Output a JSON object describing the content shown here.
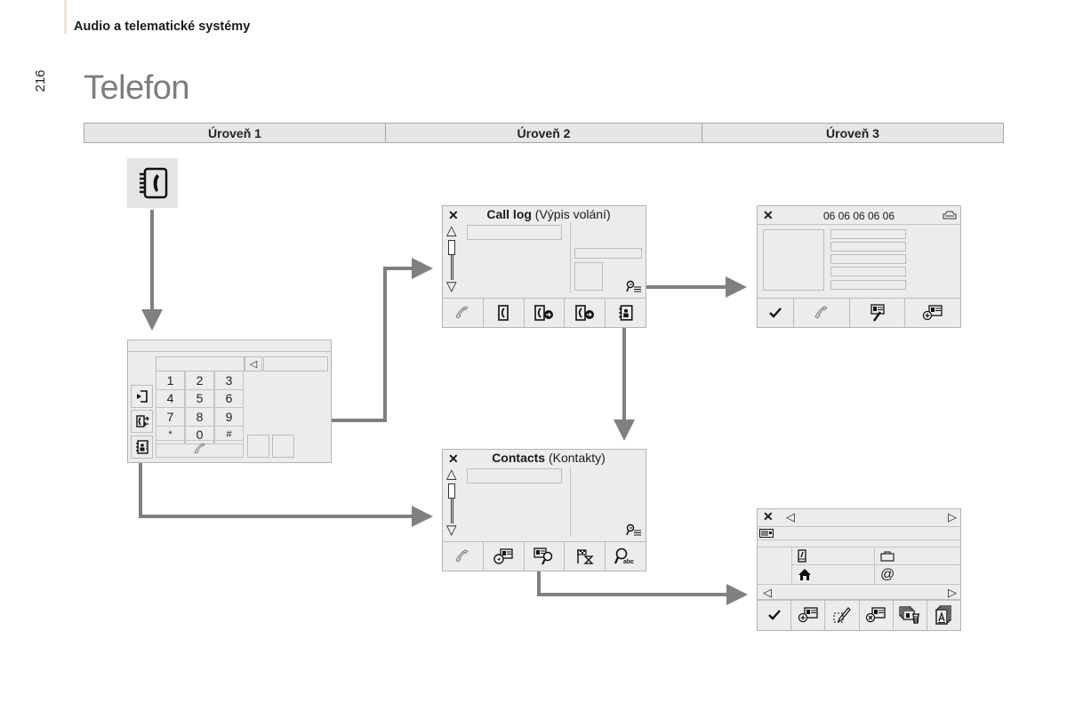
{
  "header": {
    "section_title": "Audio a telematické systémy",
    "page_number": "216",
    "page_title": "Telefon"
  },
  "levels": [
    "Úroveň 1",
    "Úroveň 2",
    "Úroveň 3"
  ],
  "level1": {
    "start_icon": "phone-book-icon",
    "dialpad": {
      "back_key": "◁",
      "keys": [
        "1",
        "2",
        "3",
        "4",
        "5",
        "6",
        "7",
        "8",
        "9",
        "*",
        "0",
        "#"
      ],
      "side_buttons": [
        "exit-icon",
        "call-log-icon",
        "contacts-book-icon"
      ],
      "call_key_icon": "handset-icon"
    }
  },
  "level2": {
    "call_log": {
      "close": "✕",
      "title_bold": "Call log",
      "title_rest": " (Výpis volání)",
      "scroll_up": "△",
      "scroll_down": "▽",
      "toolbar": [
        "handset-icon",
        "phone-icon",
        "missed-call-icon",
        "received-call-icon",
        "contacts-book-icon"
      ]
    },
    "contacts": {
      "close": "✕",
      "title_bold": "Contacts",
      "title_rest": " (Kontakty)",
      "scroll_up": "△",
      "scroll_down": "▽",
      "toolbar": [
        "handset-icon",
        "navigate-contact-icon",
        "search-contact-icon",
        "sort-icon",
        "search-abc-icon"
      ]
    }
  },
  "level3": {
    "call_detail": {
      "close": "✕",
      "number": "06 06 06 06 06",
      "toolbar": [
        "check-icon",
        "handset-icon",
        "edit-contact-icon",
        "add-contact-icon"
      ]
    },
    "contact_card": {
      "close": "✕",
      "prev": "◁",
      "next": "▷",
      "fields": [
        "mobile-icon",
        "briefcase-icon",
        "home-icon",
        "@"
      ],
      "toolbar": [
        "check-icon",
        "add-contact-icon",
        "edit-icon",
        "delete-contact-icon",
        "delete-all-icon",
        "font-icon"
      ]
    }
  }
}
